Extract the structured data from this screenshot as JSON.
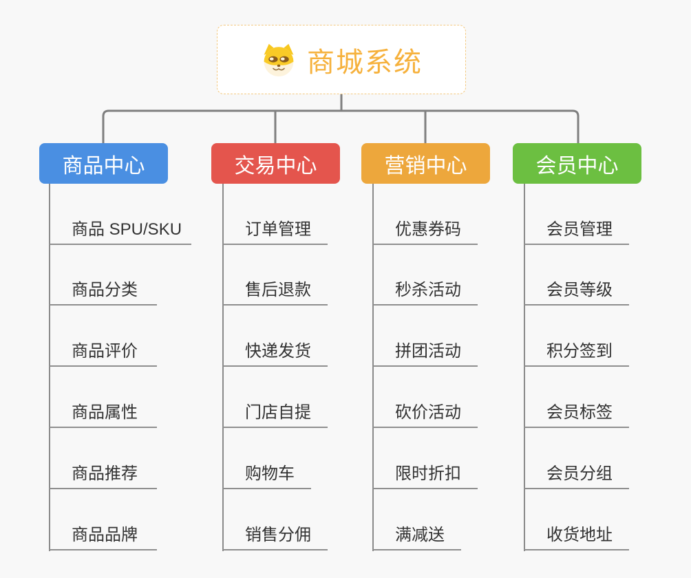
{
  "root": {
    "title": "商城系统",
    "icon": "doge-face-icon",
    "accent_color": "#f6b13c",
    "border_color": "#f3c87e"
  },
  "branches": [
    {
      "label": "商品中心",
      "color": "#4a8fe2",
      "items": [
        {
          "label": "商品 SPU/SKU"
        },
        {
          "label": "商品分类"
        },
        {
          "label": "商品评价"
        },
        {
          "label": "商品属性"
        },
        {
          "label": "商品推荐"
        },
        {
          "label": "商品品牌"
        }
      ]
    },
    {
      "label": "交易中心",
      "color": "#e4554d",
      "items": [
        {
          "label": "订单管理"
        },
        {
          "label": "售后退款"
        },
        {
          "label": "快递发货"
        },
        {
          "label": "门店自提"
        },
        {
          "label": "购物车"
        },
        {
          "label": "销售分佣"
        }
      ]
    },
    {
      "label": "营销中心",
      "color": "#eda73c",
      "items": [
        {
          "label": "优惠券码"
        },
        {
          "label": "秒杀活动"
        },
        {
          "label": "拼团活动"
        },
        {
          "label": "砍价活动"
        },
        {
          "label": "限时折扣"
        },
        {
          "label": "满减送"
        }
      ]
    },
    {
      "label": "会员中心",
      "color": "#6cbf41",
      "items": [
        {
          "label": "会员管理"
        },
        {
          "label": "会员等级"
        },
        {
          "label": "积分签到"
        },
        {
          "label": "会员标签"
        },
        {
          "label": "会员分组"
        },
        {
          "label": "收货地址"
        }
      ]
    }
  ]
}
